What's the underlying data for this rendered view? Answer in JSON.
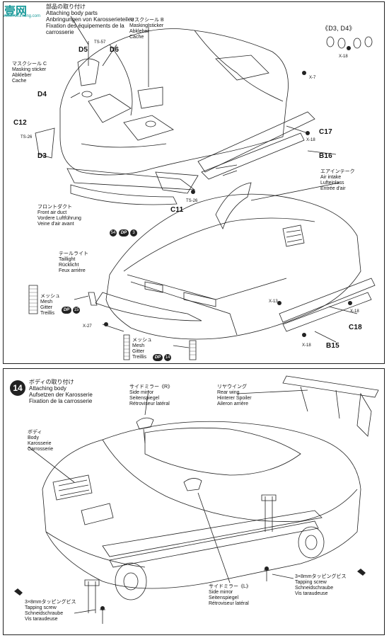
{
  "watermark": {
    "text": "壹网",
    "subtext": "www.rerumong.com"
  },
  "step13": {
    "header": [
      "部品の取り付け",
      "Attaching body parts",
      "Anbringungen von Karosserieteilen",
      "Fixation des équipements de la",
      "carrosserie"
    ],
    "masking_b": [
      "マスクシール B",
      "Masking sticker",
      "Abkleber",
      "Cache"
    ],
    "masking_c": [
      "マスクシール C",
      "Masking sticker",
      "Abkleber",
      "Cache"
    ],
    "d3d4_label": "《D3, D4》",
    "front_duct": [
      "フロントダクト",
      "Front air duct",
      "Vordere Luftführung",
      "Veine d'air avant"
    ],
    "air_intake": [
      "エアインテーク",
      "Air intake",
      "Lufteinlass",
      "Entrée d'air"
    ],
    "tail_light": [
      "テールライト",
      "Taillight",
      "Rücklicht",
      "Feux arrière"
    ],
    "mesh1": [
      "メッシュ",
      "Mesh",
      "Gitter",
      "Treillis"
    ],
    "mesh2": [
      "メッシュ",
      "Mesh",
      "Gitter",
      "Treillis"
    ],
    "parts": {
      "d5": "D5",
      "d6": "D6",
      "d4": "D4",
      "d3": "D3",
      "c12": "C12",
      "c11": "C11",
      "c17": "C17",
      "b16": "B16",
      "c18": "C18",
      "b15": "B15"
    },
    "screws": {
      "ts57": "TS-57",
      "ts26a": "TS-26",
      "ts26b": "TS-26",
      "x7": "X-7",
      "x18a": "X-18",
      "x18b": "X-18",
      "x18c": "X-18",
      "x18d": "X-18",
      "x13": "X-13",
      "x27": "X-27"
    },
    "dp3": "DP",
    "dp3num": "3",
    "dp15": "DP",
    "dp15num": "15",
    "dp14": "DP",
    "dp14num": "14",
    "num54": "54"
  },
  "step14": {
    "number": "14",
    "header": [
      "ボディの取り付け",
      "Attaching body",
      "Aufsetzen der Karosserie",
      "Fixation de la carrosserie"
    ],
    "side_mirror_r": [
      "サイドミラー《R》",
      "Side mirror",
      "Seitenspiegel",
      "Rétroviseur latéral"
    ],
    "rear_wing": [
      "リヤウイング",
      "Rear wing",
      "Hinterer Spoiler",
      "Aileron arrière"
    ],
    "body": [
      "ボディ",
      "Body",
      "Karosserie",
      "Carrosserie"
    ],
    "side_mirror_l": [
      "サイドミラー《L》",
      "Side mirror",
      "Seitenspiegel",
      "Rétroviseur latéral"
    ],
    "screw_right": [
      "3×8mmタッピングビス",
      "Tapping screw",
      "Schneidschraube",
      "Vis taraudeuse"
    ],
    "screw_left": [
      "3×8mmタッピングビス",
      "Tapping screw",
      "Schneidschraube",
      "Vis taraudeuse"
    ]
  }
}
